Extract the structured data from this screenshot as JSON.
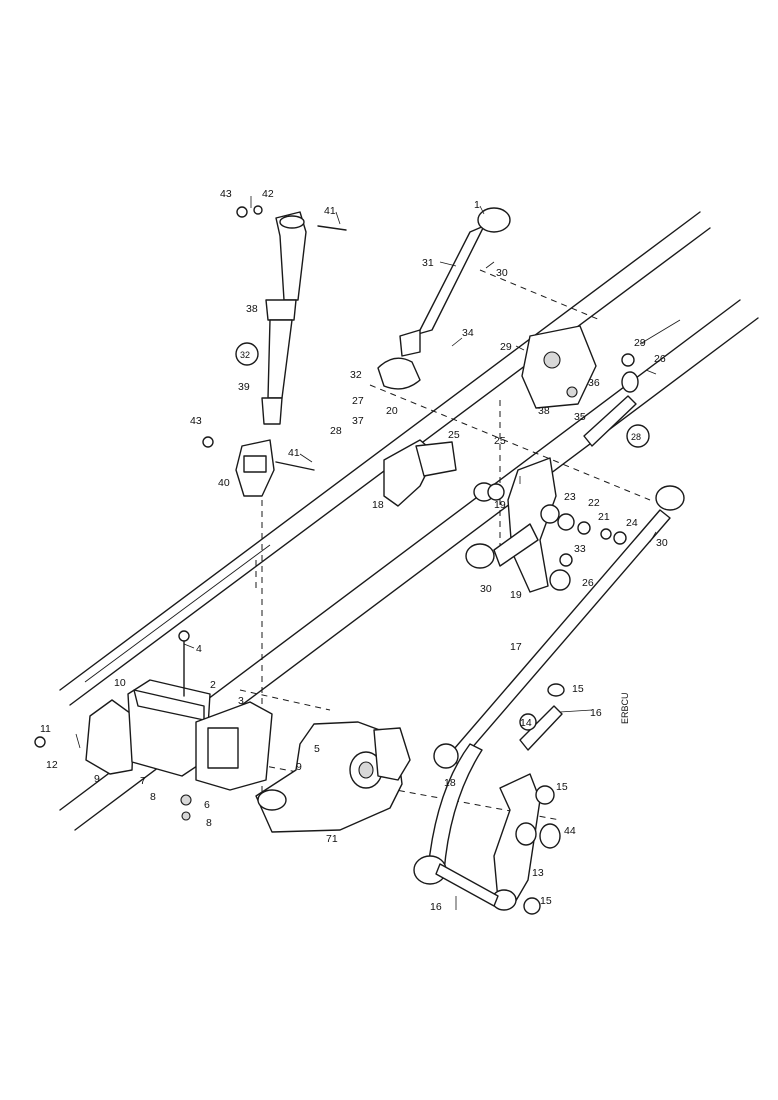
{
  "labels": {
    "l43a": "43",
    "l42": "42",
    "l41a": "41",
    "l1": "1",
    "l31": "31",
    "l30a": "30",
    "l38": "38",
    "l37": "37",
    "l39": "39",
    "l34": "34",
    "l29a": "29",
    "l29b": "29",
    "l36": "36",
    "l32": "32",
    "l26a": "26",
    "l27": "27",
    "l20a": "20",
    "l38b": "38",
    "l35": "35",
    "l28": "28",
    "l43b": "43",
    "l41b": "41",
    "l25a": "25",
    "l25b": "25",
    "l40": "40",
    "l18a": "18",
    "l19a": "19",
    "l23": "23",
    "l22": "22",
    "l21": "21",
    "l24": "24",
    "l33": "33",
    "l26b": "26",
    "l30b": "30",
    "l19b": "19",
    "l30c": "30",
    "l4": "4",
    "l17": "17",
    "l2": "2",
    "l10": "10",
    "l3": "3",
    "l11": "11",
    "l12": "12",
    "l9": "9",
    "l7": "7",
    "l8a": "8",
    "l6": "6",
    "l8b": "8",
    "l5": "5",
    "l9b": "9",
    "l71": "71",
    "l15a": "15",
    "l16a": "16",
    "l14": "14",
    "l15b": "15",
    "l18b": "18",
    "l44": "44",
    "l13": "13",
    "l16b": "16",
    "l15c": "15",
    "lcode": "ERBCU"
  }
}
